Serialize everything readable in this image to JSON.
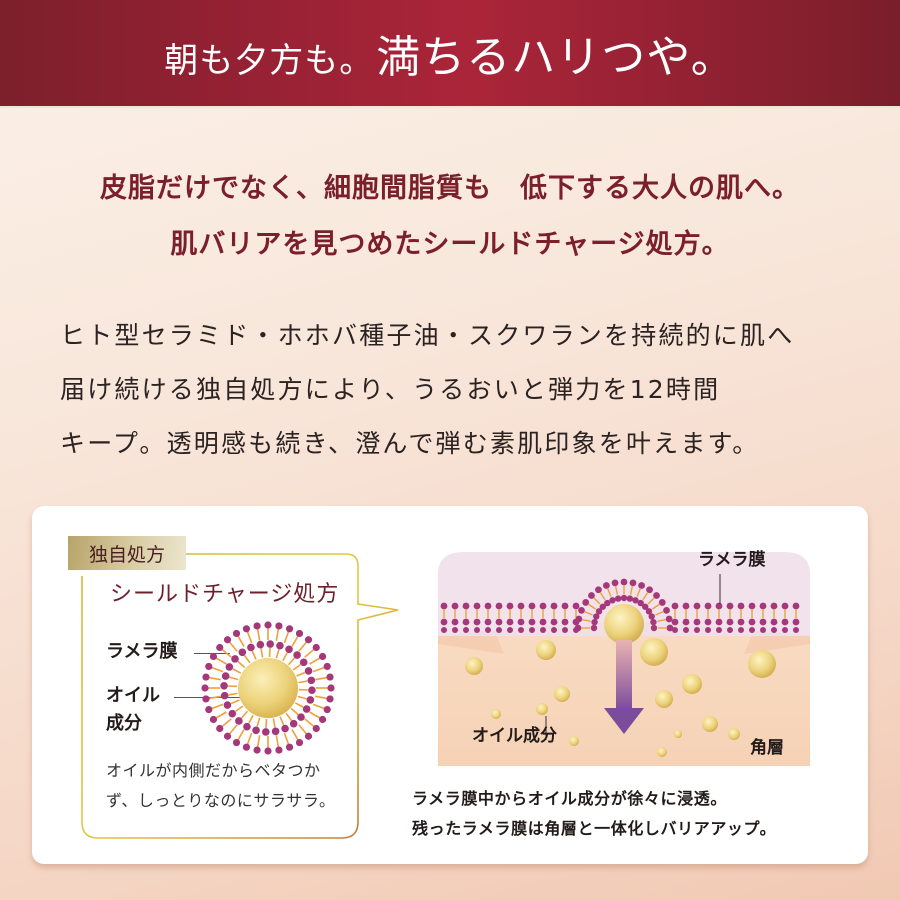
{
  "header": {
    "title_small": "朝も夕方も。",
    "title_large": "満ちるハリつや。",
    "background_color": "#9c2235"
  },
  "lead": {
    "line1": "皮脂だけでなく、細胞間脂質も　低下する大人の肌へ。",
    "line2": "肌バリアを見つめたシールドチャージ処方。",
    "color": "#7a1f2b"
  },
  "body": {
    "line1": "ヒト型セラミド・ホホバ種子油・スクワランを持続的に肌へ",
    "line2": "届け続ける独自処方により、うるおいと弾力を12時間",
    "line3": "キープ。透明感も続き、澄んで弾む素肌印象を叶えます。"
  },
  "card": {
    "badge": "独自処方",
    "bubble_title": "シールドチャージ処方",
    "micelle": {
      "label_lamella": "ラメラ膜",
      "label_oil_line1": "オイル",
      "label_oil_line2": "成分"
    },
    "bubble_caption_line1": "オイルが内側だからベタつか",
    "bubble_caption_line2": "ず、しっとりなのにサラサラ。",
    "skin_diagram": {
      "label_lamella": "ラメラ膜",
      "label_oil": "オイル成分",
      "label_stratum": "角層"
    },
    "caption_line1": "ラメラ膜中からオイル成分が徐々に浸透。",
    "caption_line2": "残ったラメラ膜は角層と一体化しバリアアップ。",
    "colors": {
      "gold_border": "#c9a632",
      "lipid_head": "#a4387a",
      "lipid_tail": "#f0a03a",
      "oil": "#e9cc6a",
      "arrow": "#8a5aa6"
    }
  }
}
